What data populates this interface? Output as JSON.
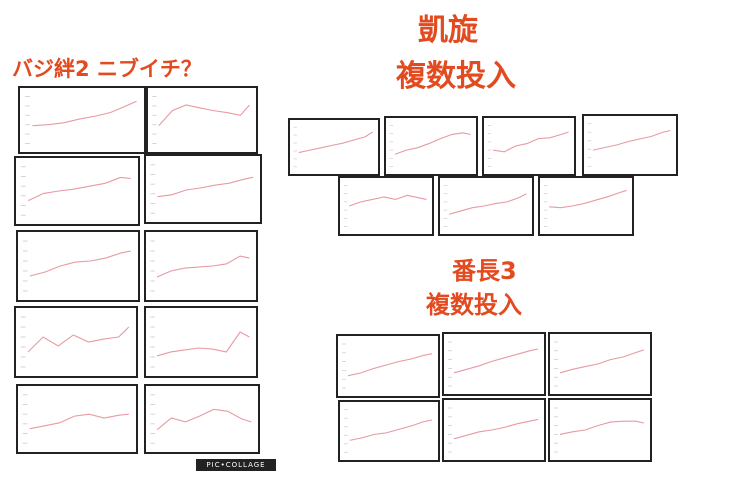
{
  "titles": {
    "left": "バジ絆2 ニブイチ？",
    "right_line1": "凱旋",
    "right_line2": "複数投入",
    "bottom_line1": "番長3",
    "bottom_line2": "複数投入"
  },
  "watermark": "PIC•COLLAGE",
  "colors": {
    "title": "#e24a1f",
    "line": "#e79aa2",
    "border": "#222222"
  },
  "thumbnails": [
    {
      "id": "L1",
      "points": [
        [
          0,
          0.62
        ],
        [
          0.15,
          0.6
        ],
        [
          0.3,
          0.56
        ],
        [
          0.45,
          0.48
        ],
        [
          0.6,
          0.42
        ],
        [
          0.75,
          0.34
        ],
        [
          0.9,
          0.2
        ],
        [
          1,
          0.1
        ]
      ]
    },
    {
      "id": "L2",
      "points": [
        [
          0,
          0.62
        ],
        [
          0.15,
          0.3
        ],
        [
          0.3,
          0.18
        ],
        [
          0.45,
          0.24
        ],
        [
          0.6,
          0.3
        ],
        [
          0.75,
          0.34
        ],
        [
          0.9,
          0.4
        ],
        [
          1,
          0.18
        ]
      ]
    },
    {
      "id": "L3",
      "points": [
        [
          0,
          0.7
        ],
        [
          0.15,
          0.55
        ],
        [
          0.3,
          0.5
        ],
        [
          0.45,
          0.46
        ],
        [
          0.6,
          0.4
        ],
        [
          0.75,
          0.34
        ],
        [
          0.9,
          0.22
        ],
        [
          1,
          0.24
        ]
      ]
    },
    {
      "id": "L4",
      "points": [
        [
          0,
          0.66
        ],
        [
          0.15,
          0.62
        ],
        [
          0.3,
          0.52
        ],
        [
          0.45,
          0.48
        ],
        [
          0.6,
          0.42
        ],
        [
          0.75,
          0.38
        ],
        [
          0.9,
          0.3
        ],
        [
          1,
          0.26
        ]
      ]
    },
    {
      "id": "L5",
      "points": [
        [
          0,
          0.7
        ],
        [
          0.15,
          0.62
        ],
        [
          0.3,
          0.5
        ],
        [
          0.45,
          0.42
        ],
        [
          0.6,
          0.4
        ],
        [
          0.75,
          0.34
        ],
        [
          0.9,
          0.24
        ],
        [
          1,
          0.2
        ]
      ]
    },
    {
      "id": "L6",
      "points": [
        [
          0,
          0.72
        ],
        [
          0.15,
          0.6
        ],
        [
          0.3,
          0.54
        ],
        [
          0.45,
          0.52
        ],
        [
          0.6,
          0.5
        ],
        [
          0.75,
          0.46
        ],
        [
          0.9,
          0.3
        ],
        [
          1,
          0.34
        ]
      ]
    },
    {
      "id": "L7",
      "points": [
        [
          0,
          0.7
        ],
        [
          0.15,
          0.4
        ],
        [
          0.3,
          0.58
        ],
        [
          0.45,
          0.36
        ],
        [
          0.6,
          0.5
        ],
        [
          0.75,
          0.44
        ],
        [
          0.9,
          0.4
        ],
        [
          1,
          0.2
        ]
      ]
    },
    {
      "id": "L8",
      "points": [
        [
          0,
          0.78
        ],
        [
          0.15,
          0.7
        ],
        [
          0.3,
          0.66
        ],
        [
          0.45,
          0.62
        ],
        [
          0.6,
          0.64
        ],
        [
          0.75,
          0.7
        ],
        [
          0.9,
          0.3
        ],
        [
          1,
          0.4
        ]
      ]
    },
    {
      "id": "L9",
      "points": [
        [
          0,
          0.7
        ],
        [
          0.15,
          0.64
        ],
        [
          0.3,
          0.58
        ],
        [
          0.45,
          0.44
        ],
        [
          0.6,
          0.4
        ],
        [
          0.75,
          0.48
        ],
        [
          0.9,
          0.42
        ],
        [
          1,
          0.4
        ]
      ]
    },
    {
      "id": "L10",
      "points": [
        [
          0,
          0.72
        ],
        [
          0.15,
          0.48
        ],
        [
          0.3,
          0.56
        ],
        [
          0.45,
          0.44
        ],
        [
          0.6,
          0.3
        ],
        [
          0.75,
          0.34
        ],
        [
          0.9,
          0.5
        ],
        [
          1,
          0.56
        ]
      ]
    },
    {
      "id": "R1",
      "points": [
        [
          0,
          0.64
        ],
        [
          0.15,
          0.58
        ],
        [
          0.3,
          0.52
        ],
        [
          0.45,
          0.46
        ],
        [
          0.6,
          0.4
        ],
        [
          0.75,
          0.32
        ],
        [
          0.9,
          0.24
        ],
        [
          1,
          0.12
        ]
      ]
    },
    {
      "id": "R2",
      "points": [
        [
          0,
          0.7
        ],
        [
          0.15,
          0.6
        ],
        [
          0.3,
          0.54
        ],
        [
          0.45,
          0.44
        ],
        [
          0.6,
          0.32
        ],
        [
          0.75,
          0.22
        ],
        [
          0.9,
          0.18
        ],
        [
          1,
          0.22
        ]
      ]
    },
    {
      "id": "R3",
      "points": [
        [
          0,
          0.6
        ],
        [
          0.15,
          0.64
        ],
        [
          0.3,
          0.5
        ],
        [
          0.45,
          0.44
        ],
        [
          0.6,
          0.32
        ],
        [
          0.75,
          0.3
        ],
        [
          0.9,
          0.22
        ],
        [
          1,
          0.16
        ]
      ]
    },
    {
      "id": "R4",
      "points": [
        [
          0,
          0.62
        ],
        [
          0.15,
          0.56
        ],
        [
          0.3,
          0.5
        ],
        [
          0.45,
          0.42
        ],
        [
          0.6,
          0.36
        ],
        [
          0.75,
          0.3
        ],
        [
          0.9,
          0.2
        ],
        [
          1,
          0.16
        ]
      ]
    },
    {
      "id": "R5",
      "points": [
        [
          0,
          0.5
        ],
        [
          0.15,
          0.4
        ],
        [
          0.3,
          0.34
        ],
        [
          0.45,
          0.28
        ],
        [
          0.6,
          0.34
        ],
        [
          0.75,
          0.24
        ],
        [
          0.9,
          0.3
        ],
        [
          1,
          0.34
        ]
      ]
    },
    {
      "id": "R6",
      "points": [
        [
          0,
          0.7
        ],
        [
          0.15,
          0.62
        ],
        [
          0.3,
          0.54
        ],
        [
          0.45,
          0.5
        ],
        [
          0.6,
          0.44
        ],
        [
          0.75,
          0.4
        ],
        [
          0.9,
          0.3
        ],
        [
          1,
          0.2
        ]
      ]
    },
    {
      "id": "R7",
      "points": [
        [
          0,
          0.52
        ],
        [
          0.15,
          0.54
        ],
        [
          0.3,
          0.5
        ],
        [
          0.45,
          0.44
        ],
        [
          0.6,
          0.36
        ],
        [
          0.75,
          0.28
        ],
        [
          0.9,
          0.18
        ],
        [
          1,
          0.12
        ]
      ]
    },
    {
      "id": "B1",
      "points": [
        [
          0,
          0.72
        ],
        [
          0.15,
          0.66
        ],
        [
          0.3,
          0.56
        ],
        [
          0.45,
          0.48
        ],
        [
          0.6,
          0.4
        ],
        [
          0.75,
          0.34
        ],
        [
          0.9,
          0.26
        ],
        [
          1,
          0.22
        ]
      ]
    },
    {
      "id": "B2",
      "points": [
        [
          0,
          0.7
        ],
        [
          0.15,
          0.62
        ],
        [
          0.3,
          0.54
        ],
        [
          0.45,
          0.44
        ],
        [
          0.6,
          0.36
        ],
        [
          0.75,
          0.28
        ],
        [
          0.9,
          0.2
        ],
        [
          1,
          0.16
        ]
      ]
    },
    {
      "id": "B3",
      "points": [
        [
          0,
          0.7
        ],
        [
          0.15,
          0.62
        ],
        [
          0.3,
          0.56
        ],
        [
          0.45,
          0.5
        ],
        [
          0.6,
          0.4
        ],
        [
          0.75,
          0.34
        ],
        [
          0.9,
          0.24
        ],
        [
          1,
          0.18
        ]
      ]
    },
    {
      "id": "B4",
      "points": [
        [
          0,
          0.72
        ],
        [
          0.15,
          0.66
        ],
        [
          0.3,
          0.58
        ],
        [
          0.45,
          0.54
        ],
        [
          0.6,
          0.46
        ],
        [
          0.75,
          0.38
        ],
        [
          0.9,
          0.28
        ],
        [
          1,
          0.24
        ]
      ]
    },
    {
      "id": "B5",
      "points": [
        [
          0,
          0.7
        ],
        [
          0.15,
          0.62
        ],
        [
          0.3,
          0.54
        ],
        [
          0.45,
          0.5
        ],
        [
          0.6,
          0.44
        ],
        [
          0.75,
          0.36
        ],
        [
          0.9,
          0.3
        ],
        [
          1,
          0.26
        ]
      ]
    },
    {
      "id": "B6",
      "points": [
        [
          0,
          0.6
        ],
        [
          0.15,
          0.54
        ],
        [
          0.3,
          0.5
        ],
        [
          0.45,
          0.4
        ],
        [
          0.6,
          0.32
        ],
        [
          0.75,
          0.3
        ],
        [
          0.9,
          0.3
        ],
        [
          1,
          0.34
        ]
      ]
    }
  ]
}
